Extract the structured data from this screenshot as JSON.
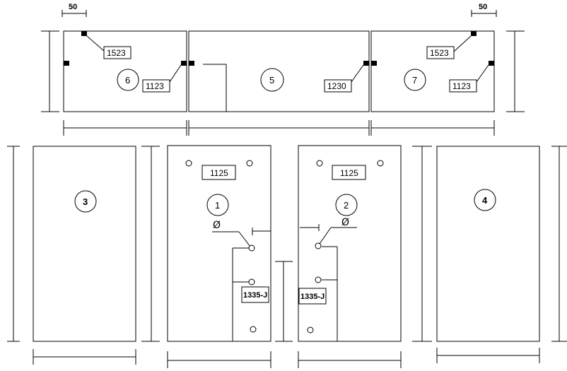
{
  "dimensions": {
    "offset_left": "50",
    "offset_right": "50"
  },
  "panels": {
    "p1": {
      "number": "1",
      "top_code": "1125",
      "side_code": "1335-J",
      "diameter_symbol": "Ø"
    },
    "p2": {
      "number": "2",
      "top_code": "1125",
      "side_code": "1335-J",
      "diameter_symbol": "Ø"
    },
    "p3": {
      "number": "3"
    },
    "p4": {
      "number": "4"
    },
    "p5": {
      "number": "5",
      "code": "1230"
    },
    "p6": {
      "number": "6",
      "code_top": "1523",
      "code_side": "1123"
    },
    "p7": {
      "number": "7",
      "code_top": "1523",
      "code_side": "1123"
    }
  }
}
